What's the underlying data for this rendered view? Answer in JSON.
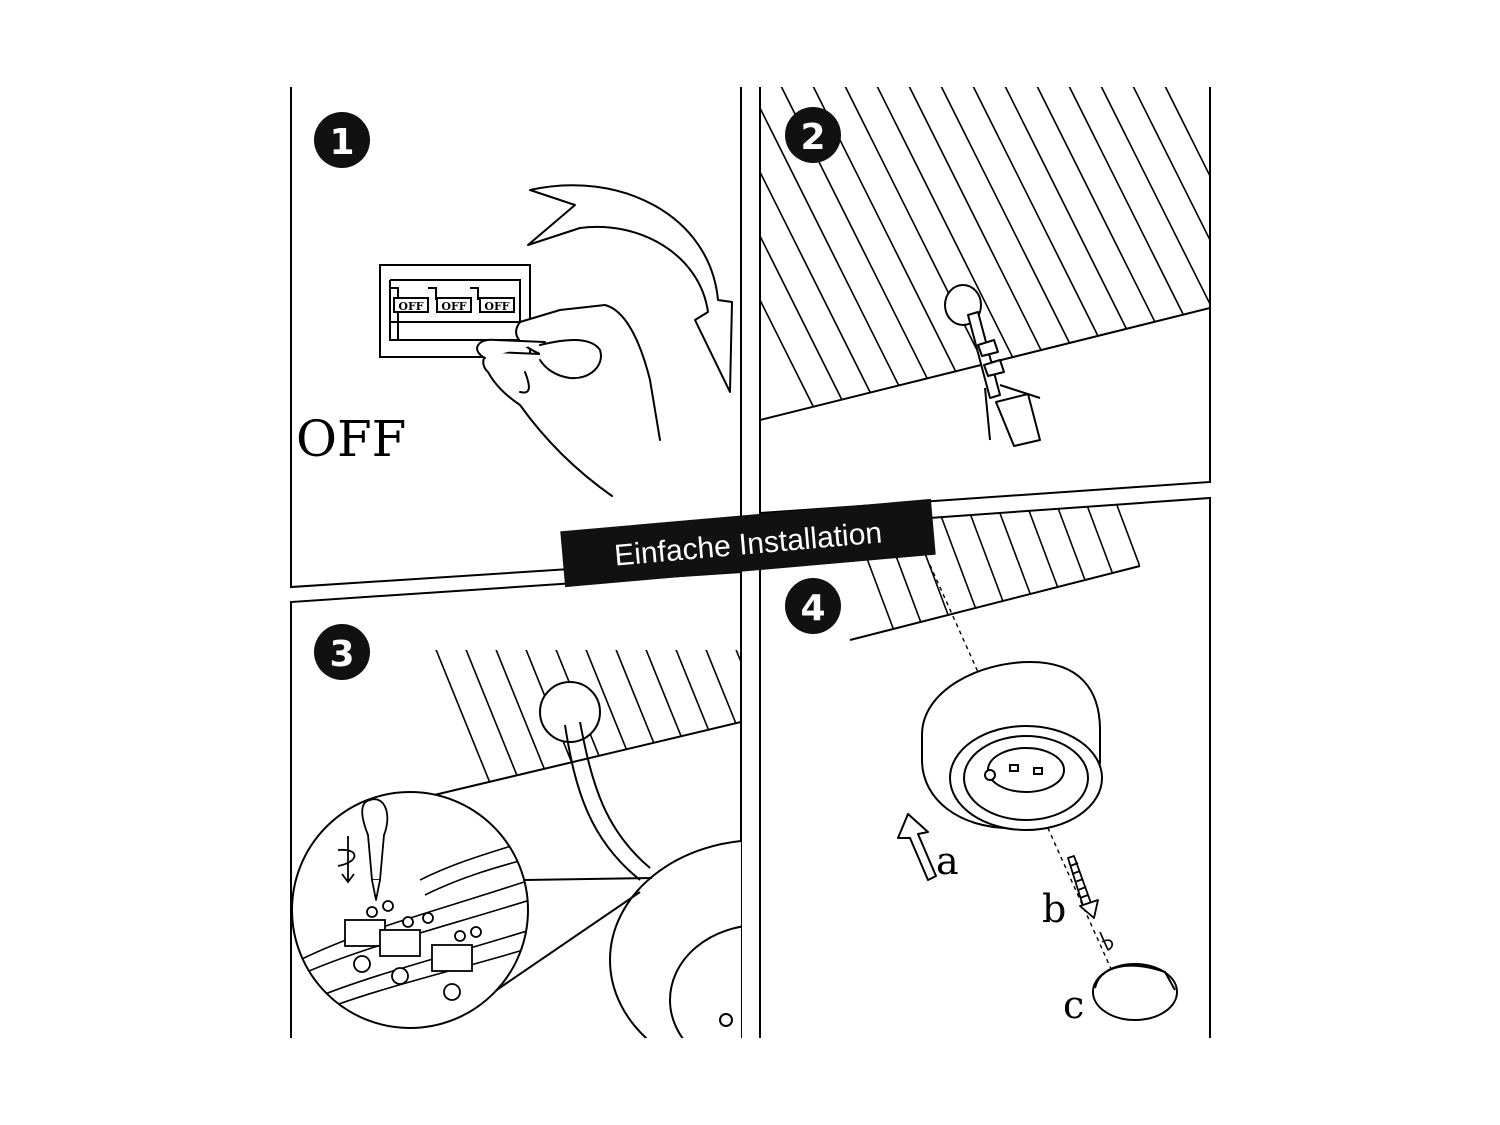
{
  "banner": {
    "text": "Einfache Installation"
  },
  "steps": [
    {
      "number": "1"
    },
    {
      "number": "2"
    },
    {
      "number": "3"
    },
    {
      "number": "4"
    }
  ],
  "step1": {
    "off_caption": "OFF",
    "switch_labels": [
      "OFF",
      "OFF",
      "OFF"
    ]
  },
  "step4": {
    "label_a": "a",
    "label_b": "b",
    "label_c": "c"
  },
  "icons": [
    "breaker-switch-icon",
    "hand-icon",
    "rotate-arrow-icon",
    "wall-anchor-icon",
    "screwdriver-icon",
    "terminal-block-icon",
    "up-arrow-icon",
    "screw-icon",
    "lamp-cover-icon"
  ]
}
